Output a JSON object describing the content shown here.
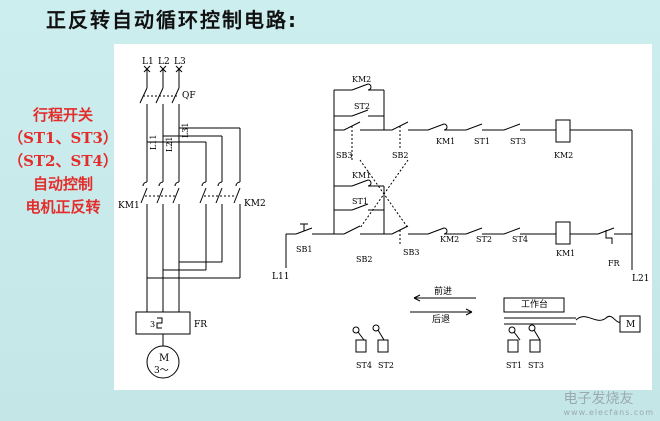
{
  "title": "正反转自动循环控制电路:",
  "side_note": [
    "行程开关",
    "（ST1、ST3）",
    "（ST2、ST4）",
    "自动控制",
    "电机正反转"
  ],
  "power_labels": {
    "l1": "L1",
    "l2": "L2",
    "l3": "L3",
    "qf": "QF",
    "l11": "L11",
    "l21": "L21",
    "l31": "L31",
    "km1": "KM1",
    "km2": "KM2",
    "fr": "FR",
    "motor_m": "M",
    "motor_phase": "3～",
    "fr_num": "3"
  },
  "control_labels": {
    "km2_top": "KM2",
    "st2_top": "ST2",
    "sb3_up": "SB3",
    "sb2_up": "SB2",
    "km1_r1": "KM1",
    "st1_r1": "ST1",
    "st3_r1": "ST3",
    "km2_coil": "KM2",
    "km1_mid": "KM1",
    "st1_mid": "ST1",
    "sb1": "SB1",
    "sb2_low": "SB2",
    "sb3_low": "SB3",
    "km2_r2": "KM2",
    "st2_r2": "ST2",
    "st4_r2": "ST4",
    "km1_coil": "KM1",
    "fr_r2": "FR",
    "l11": "L11",
    "l21": "L21"
  },
  "travel": {
    "forward": "前进",
    "backward": "后退",
    "table": "工作台",
    "motor": "M"
  },
  "switches": {
    "st4": "ST4",
    "st2": "ST2",
    "st1": "ST1",
    "st3": "ST3"
  },
  "watermark": {
    "main": "电子发烧友",
    "sub": "www.elecfans.com"
  }
}
